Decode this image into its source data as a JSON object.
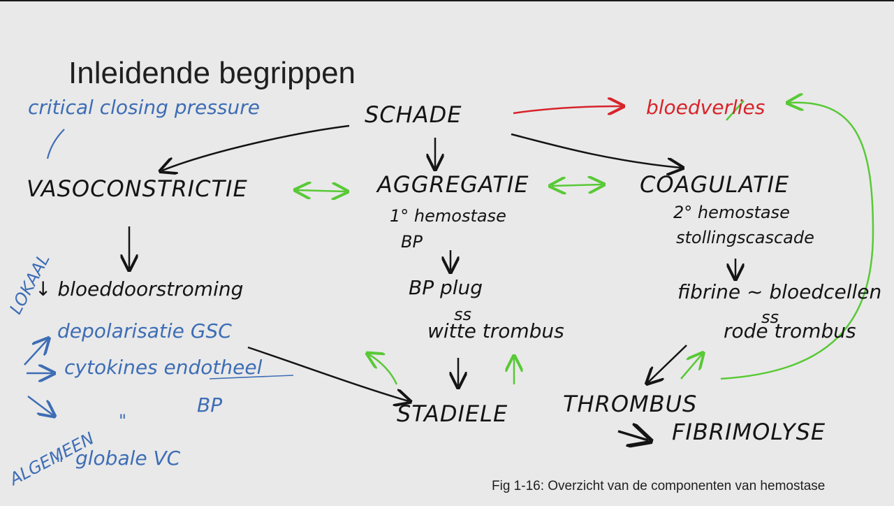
{
  "title": "Inleidende begrippen",
  "caption": "Fig 1-16: Overzicht van de componenten van hemostase",
  "nodes": {
    "schade": "SCHADE",
    "bloedverlies": "bloedverlies",
    "vasoconstrictie": "VASOCONSTRICTIE",
    "aggregatie": "AGGREGATIE",
    "coagulatie": "COAGULATIE",
    "stadiele": "STADIELE",
    "thrombus": "THROMBUS",
    "fibrimolyse": "FIBRIMOLYSE"
  },
  "notes": {
    "critical_closing_pressure": "critical closing pressure",
    "primaire_hemostase": "1° hemostase",
    "bp": "BP",
    "secundaire_hemostase": "2° hemostase",
    "stollingscascade": "stollingscascade",
    "bloeddoorstroming": "↓ bloeddoorstroming",
    "bp_plug": "BP plug",
    "ss": "ss",
    "witte_trombus": "witte trombus",
    "fibrine_bloedcellen": "fibrine ~ bloedcellen",
    "rode_trombus": "rode trombus",
    "lokaal": "LOKAAL",
    "depolarisatie_gsc": "depolarisatie GSC",
    "cytokines_endotheel": "cytokines endotheel",
    "ditto": "\"",
    "algemeen": "ALGEMEEN",
    "globale_vc": "globale VC"
  },
  "colors": {
    "background": "#e9e9e9",
    "ink_black": "#141414",
    "ink_blue": "#3d6db5",
    "ink_red": "#d8232a",
    "ink_green": "#58c936"
  }
}
